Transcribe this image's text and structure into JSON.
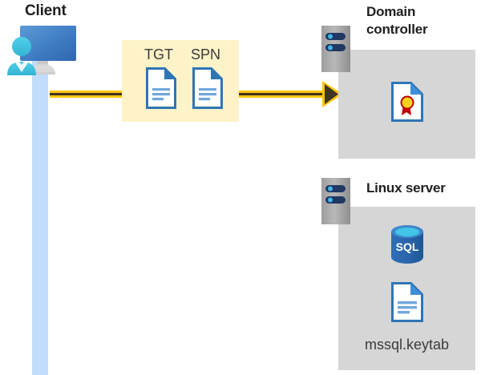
{
  "diagram": {
    "title_bar": null,
    "actors": {
      "client": {
        "label": "Client",
        "icon": "client-workstation-icon",
        "lifeline_color": "#c2dcfb"
      },
      "domain_controller": {
        "label": "Domain controller",
        "icon": "server-rack-icon",
        "panel_color": "#d6d6d6",
        "contents": [
          {
            "icon": "certificate-document-icon",
            "label": ""
          }
        ]
      },
      "linux_server": {
        "label": "Linux server",
        "icon": "server-rack-icon",
        "panel_color": "#d6d6d6",
        "contents": [
          {
            "icon": "sql-database-icon",
            "label": "SQL"
          },
          {
            "icon": "document-icon",
            "label": "mssql.keytab"
          }
        ]
      }
    },
    "message": {
      "box_color": "#fdf2c8",
      "arrow_color": "#ffc50a",
      "arrow_core_color": "#3e3522",
      "direction": "client-to-domain-controller",
      "tokens": [
        {
          "label": "TGT",
          "icon": "document-icon"
        },
        {
          "label": "SPN",
          "icon": "document-icon"
        }
      ]
    },
    "labels": {
      "sql_badge": "SQL",
      "keytab_file": "mssql.keytab",
      "tgt": "TGT",
      "spn": "SPN"
    },
    "colors": {
      "doc_border": "#2e75b6",
      "doc_fold": "#2e75b6",
      "doc_lines": "#6fa8dc",
      "panel_grey": "#d6d6d6",
      "server_grey": "#a6a6a6",
      "server_pill": "#1f3864",
      "server_dot": "#41b6e6",
      "sql_blue": "#2e6fb7",
      "sql_top": "#41b6e6",
      "cert_medal": "#ffd21f",
      "cert_ribbon": "#c00000",
      "monitor_blue": "#3b78c2",
      "person_cyan": "#41c4e0",
      "text_dark": "#1f1f1f",
      "text_grey": "#3b3b3b"
    }
  }
}
